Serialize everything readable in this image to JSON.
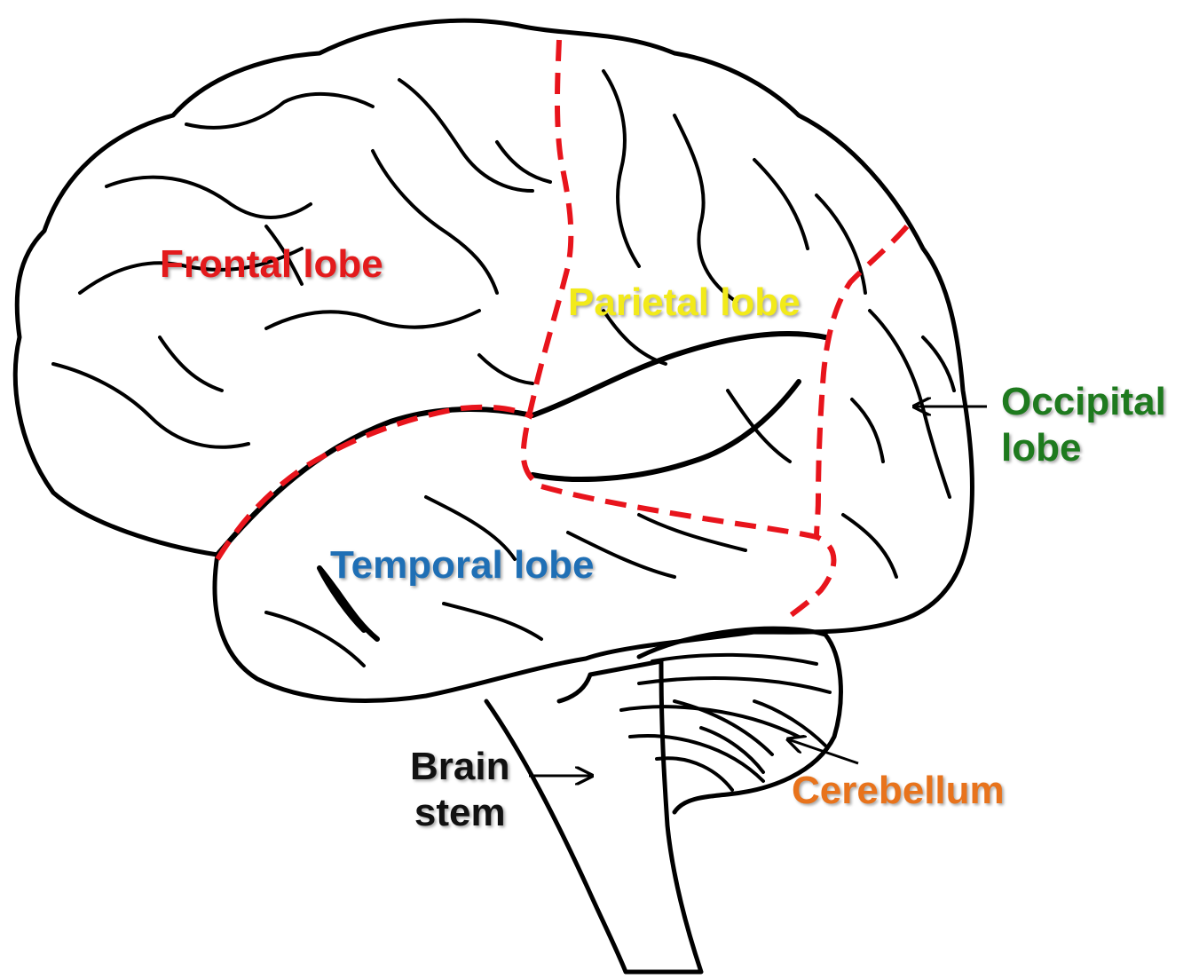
{
  "labels": {
    "frontal": "Frontal lobe",
    "parietal": "Parietal lobe",
    "occipital_line1": "Occipital",
    "occipital_line2": "lobe",
    "temporal": "Temporal lobe",
    "brainstem_line1": "Brain",
    "brainstem_line2": "stem",
    "cerebellum": "Cerebellum"
  },
  "colors": {
    "frontal": "#e31a1c",
    "parietal": "#f2ea1a",
    "occipital": "#1e7a1e",
    "temporal": "#1f6fb5",
    "brainstem": "#111111",
    "cerebellum": "#e8731c",
    "boundary_lines": "#e8141c",
    "outline": "#000000"
  }
}
